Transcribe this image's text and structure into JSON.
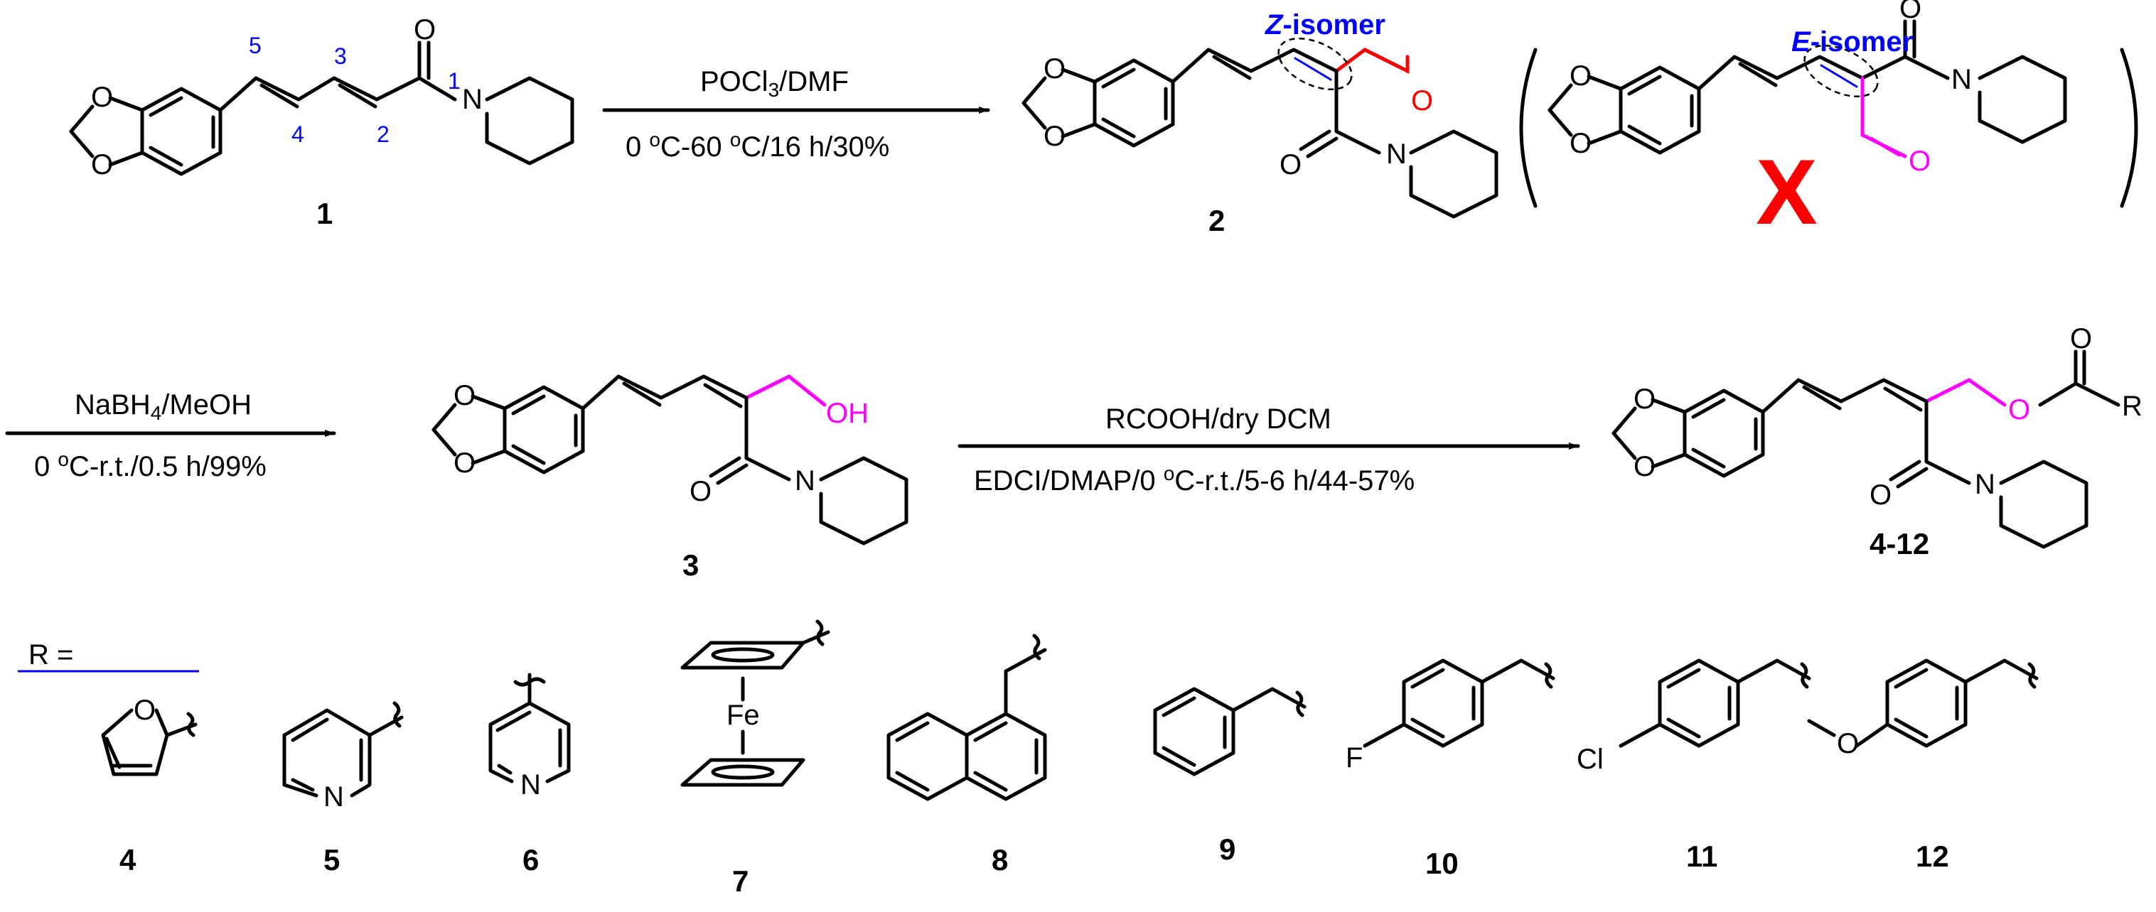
{
  "compounds": {
    "c1": "1",
    "c2": "2",
    "c3": "3",
    "c412": "4-12",
    "r4": "4",
    "r5": "5",
    "r6": "6",
    "r7": "7",
    "r8": "8",
    "r9": "9",
    "r10": "10",
    "r11": "11",
    "r12": "12"
  },
  "position_numbers": [
    "5",
    "3",
    "4",
    "2",
    "1"
  ],
  "isomers": {
    "z_prefix": "Z",
    "e_prefix": "E",
    "suffix": "-isomer",
    "rejected_mark": "X"
  },
  "conditions": {
    "step1_top": "POCl3/DMF",
    "step1_bottom": "0 oC-60 oC/16 h/30%",
    "step2_top": "NaBH4/MeOH",
    "step2_bottom": "0 oC-r.t./0.5 h/99%",
    "step3_top": "RCOOH/dry DCM",
    "step3_bottom": "EDCI/DMAP/0 oC-r.t./5-6 h/44-57%"
  },
  "atoms": {
    "O": "O",
    "N": "N",
    "OH": "OH",
    "Fe": "Fe",
    "F": "F",
    "Cl": "Cl",
    "R": "R"
  },
  "r_label": "R =",
  "colors": {
    "isomer_label": "#0000ff",
    "position_numbers": "#0000ff",
    "z_aldehyde": "#ff0000",
    "e_aldehyde": "#ff00ff",
    "hydroxymethyl": "#ff00ff",
    "rejected_mark": "#ff0000",
    "r_underline": "#0000ff"
  }
}
